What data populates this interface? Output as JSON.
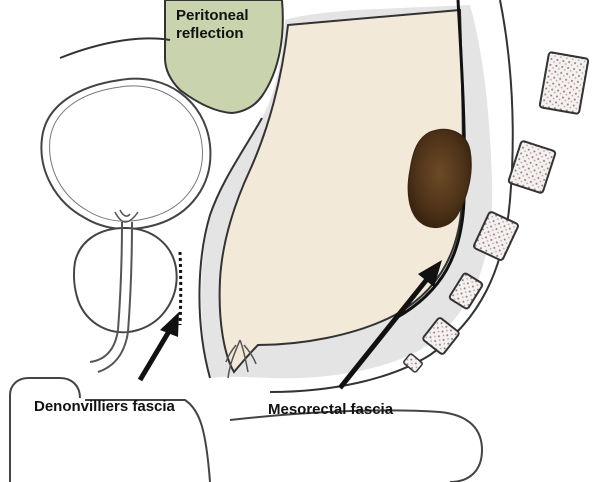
{
  "labels": {
    "peritoneal_line1": "Peritoneal",
    "peritoneal_line2": "reflection",
    "denonvilliers": "Denonvilliers fascia",
    "mesorectal": "Mesorectal fascia"
  },
  "colors": {
    "peritoneum": "#c9d3ad",
    "mesorectum": "#f3e9d8",
    "fascia_space": "#e4e4e4",
    "tumor": "#5e3f22",
    "outline": "#333333",
    "arrow": "#111111",
    "vertebra_fill": "#f4f1f1",
    "vertebra_speck": "#8a6b6b"
  }
}
